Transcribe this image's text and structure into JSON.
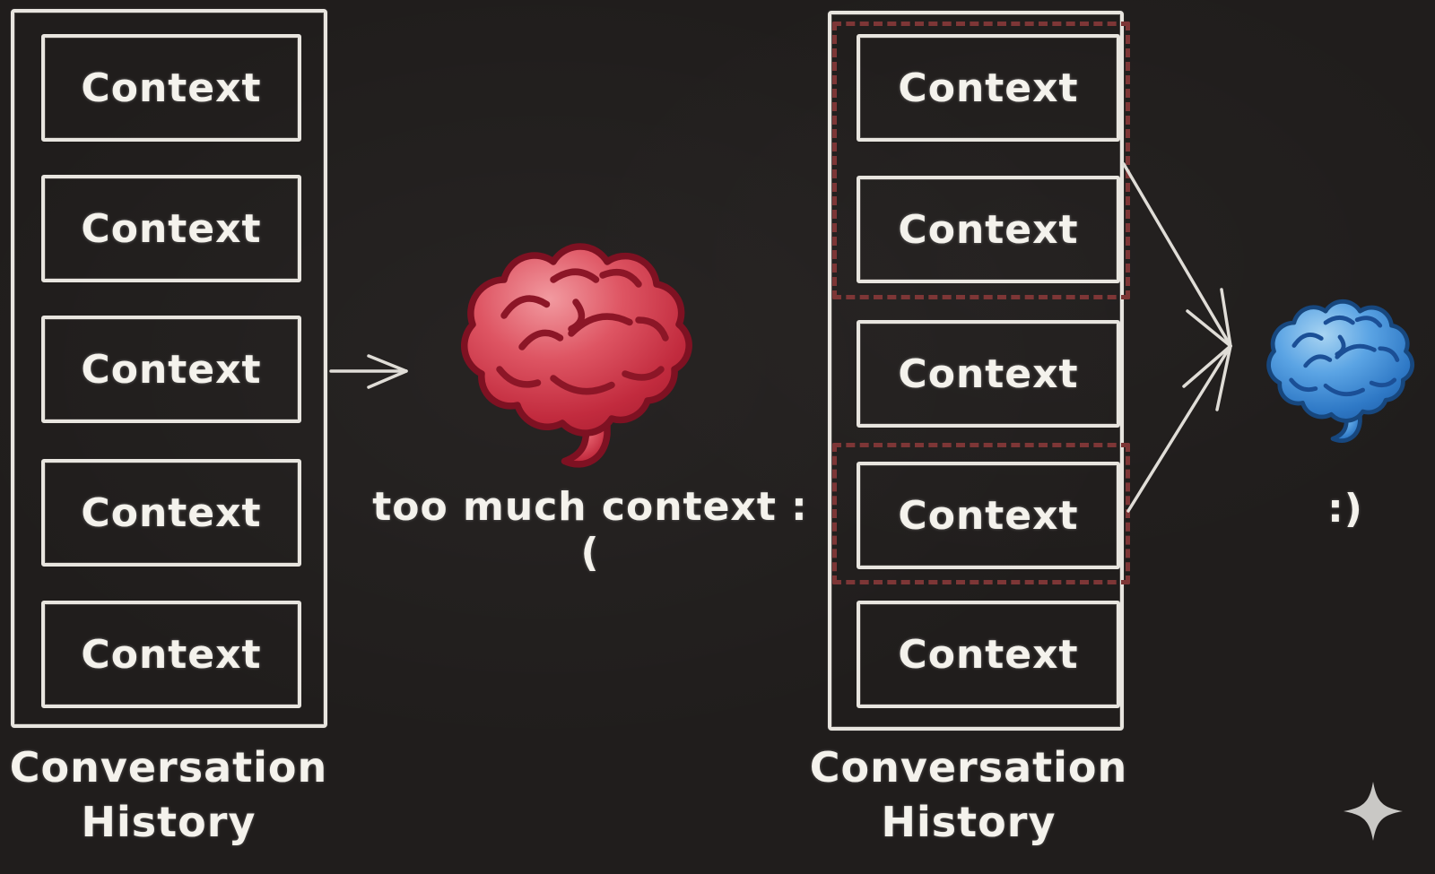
{
  "colors": {
    "background": "#201d1c",
    "chalk_stroke": "#e8e5df",
    "text": "#f4f2ec",
    "selection_dashed_red": "#7d3636",
    "red_brain": "#cf3a4c",
    "blue_brain": "#3e8ed9",
    "sparkle": "#c9c8c5"
  },
  "left_stack": {
    "boxes": [
      "Context",
      "Context",
      "Context",
      "Context",
      "Context"
    ],
    "label_line1": "Conversation",
    "label_line2": "History"
  },
  "overload": {
    "caption": "too much context :("
  },
  "right_stack": {
    "boxes": [
      "Context",
      "Context",
      "Context",
      "Context",
      "Context"
    ],
    "label_line1": "Conversation",
    "label_line2": "History"
  },
  "curated": {
    "caption": ":)"
  }
}
